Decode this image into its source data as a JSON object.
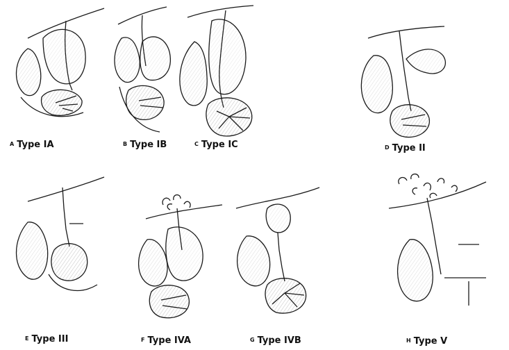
{
  "figure": {
    "panels": [
      {
        "id": "A",
        "letter": "A",
        "label": "Type IA"
      },
      {
        "id": "B",
        "letter": "B",
        "label": "Type IB"
      },
      {
        "id": "C",
        "letter": "C",
        "label": "Type IC"
      },
      {
        "id": "D",
        "letter": "D",
        "label": "Type II"
      },
      {
        "id": "E",
        "letter": "E",
        "label": "Type III"
      },
      {
        "id": "F",
        "letter": "F",
        "label": "Type IVA"
      },
      {
        "id": "G",
        "letter": "G",
        "label": "Type IVB"
      },
      {
        "id": "H",
        "letter": "H",
        "label": "Type V"
      }
    ]
  },
  "colors": {
    "ink": "#1a1a1a",
    "shade": "#bdbdbd",
    "paper": "#ffffff"
  }
}
